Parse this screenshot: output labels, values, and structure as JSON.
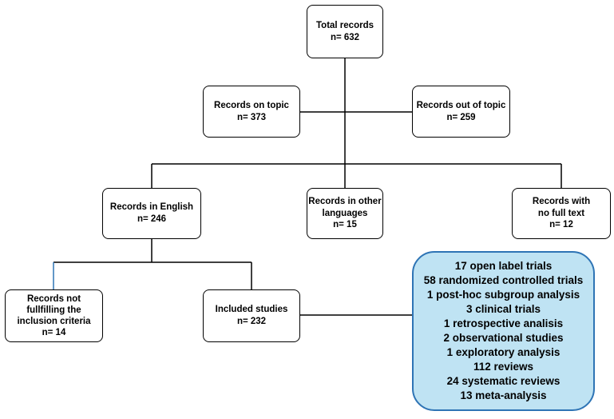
{
  "nodes": {
    "total": {
      "title": "Total records",
      "count": "n= 632"
    },
    "on_topic": {
      "title": "Records on topic",
      "count": "n= 373"
    },
    "out_topic": {
      "title": "Records out of topic",
      "count": "n= 259"
    },
    "english": {
      "title": "Records in English",
      "count": "n= 246"
    },
    "other_lang": {
      "line1": "Records in other",
      "line2": "languages",
      "count": "n= 15"
    },
    "no_fulltext": {
      "line1": "Records with",
      "line2": "no full text",
      "count": "n= 12"
    },
    "not_fulfilling": {
      "line1": "Records not",
      "line2": "fullfilling the",
      "line3": "inclusion criteria",
      "count": "n= 14"
    },
    "included": {
      "title": "Included studies",
      "count": "n= 232"
    }
  },
  "summary": {
    "items": [
      "17 open label trials",
      "58 randomized controlled trials",
      "1 post-hoc subgroup analysis",
      "3 clinical trials",
      "1 retrospective analisis",
      "2 observational studies",
      "1 exploratory analysis",
      "112 reviews",
      "24 systematic reviews",
      "13 meta-analysis"
    ]
  },
  "colors": {
    "summary_fill": "#bfe3f3",
    "summary_border": "#2e74b5",
    "line": "#000000"
  }
}
